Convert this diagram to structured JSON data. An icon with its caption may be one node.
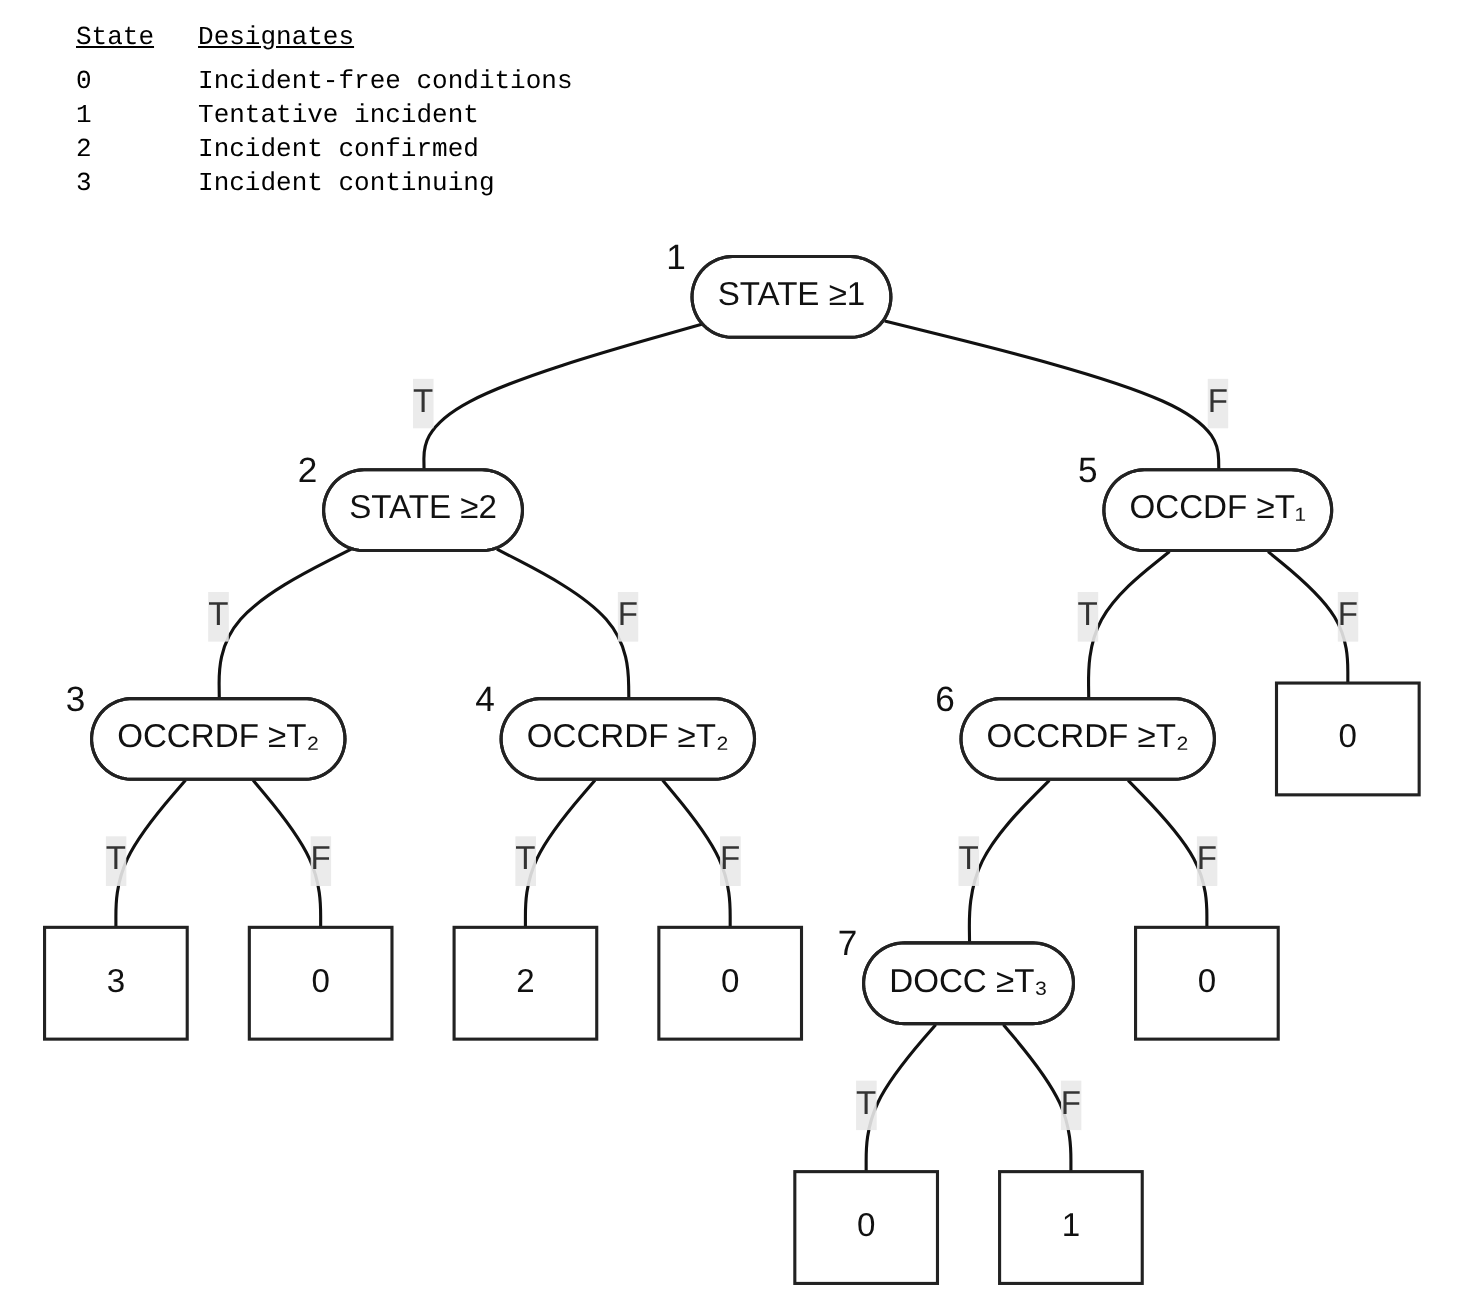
{
  "diagram": {
    "nodes": [
      {
        "text": [
          "STATE ≥1"
        ],
        "beside": [
          "1"
        ]
      },
      {
        "text": [
          "STATE ≥2"
        ],
        "beside": [
          "2"
        ]
      },
      {
        "text": [
          "OCCDF ≥T₁"
        ],
        "beside": [
          "5"
        ]
      },
      {
        "text": [
          "OCCRDF ≥T₂"
        ],
        "beside": [
          "3"
        ]
      },
      {
        "text": [
          "OCCRDF ≥T₂"
        ],
        "beside": [
          "4"
        ]
      },
      {
        "text": [
          "OCCRDF ≥T₂"
        ],
        "beside": [
          "6"
        ]
      },
      {
        "text": [
          "0"
        ]
      },
      {
        "text": [
          "3"
        ]
      },
      {
        "text": [
          "0"
        ]
      },
      {
        "text": [
          "2"
        ]
      },
      {
        "text": [
          "0"
        ]
      },
      {
        "text": [
          "DOCC ≥T₃"
        ],
        "beside": [
          "7"
        ]
      },
      {
        "text": [
          "0"
        ]
      },
      {
        "text": [
          "0"
        ]
      },
      {
        "text": [
          "1"
        ]
      }
    ],
    "edges": [
      {
        "from": 0,
        "to": 1,
        "arrow": "none",
        "label": "T"
      },
      {
        "from": 0,
        "to": 2,
        "arrow": "none",
        "label": "F"
      },
      {
        "from": 1,
        "to": 3,
        "arrow": "none",
        "label": "T"
      },
      {
        "from": 1,
        "to": 4,
        "arrow": "none",
        "label": "F"
      },
      {
        "from": 2,
        "to": 5,
        "arrow": "none",
        "label": "T"
      },
      {
        "from": 2,
        "to": 6,
        "arrow": "none",
        "label": "F"
      },
      {
        "from": 3,
        "to": 7,
        "arrow": "none",
        "label": "T"
      },
      {
        "from": 3,
        "to": 8,
        "arrow": "none",
        "label": "F"
      },
      {
        "from": 4,
        "to": 9,
        "arrow": "none",
        "label": "T"
      },
      {
        "from": 4,
        "to": 10,
        "arrow": "none",
        "label": "F"
      },
      {
        "from": 5,
        "to": 11,
        "arrow": "none",
        "label": "T"
      },
      {
        "from": 5,
        "to": 12,
        "arrow": "none",
        "label": "F"
      },
      {
        "from": 11,
        "to": 13,
        "arrow": "none",
        "label": "T"
      },
      {
        "from": 11,
        "to": 14,
        "arrow": "none",
        "label": "F"
      }
    ],
    "labels": [
      "State",
      "Designates",
      "0",
      "Incident-free conditions",
      "1",
      "Tentative incident",
      "2",
      "Incident confirmed",
      "3",
      "Incident continuing"
    ]
  }
}
